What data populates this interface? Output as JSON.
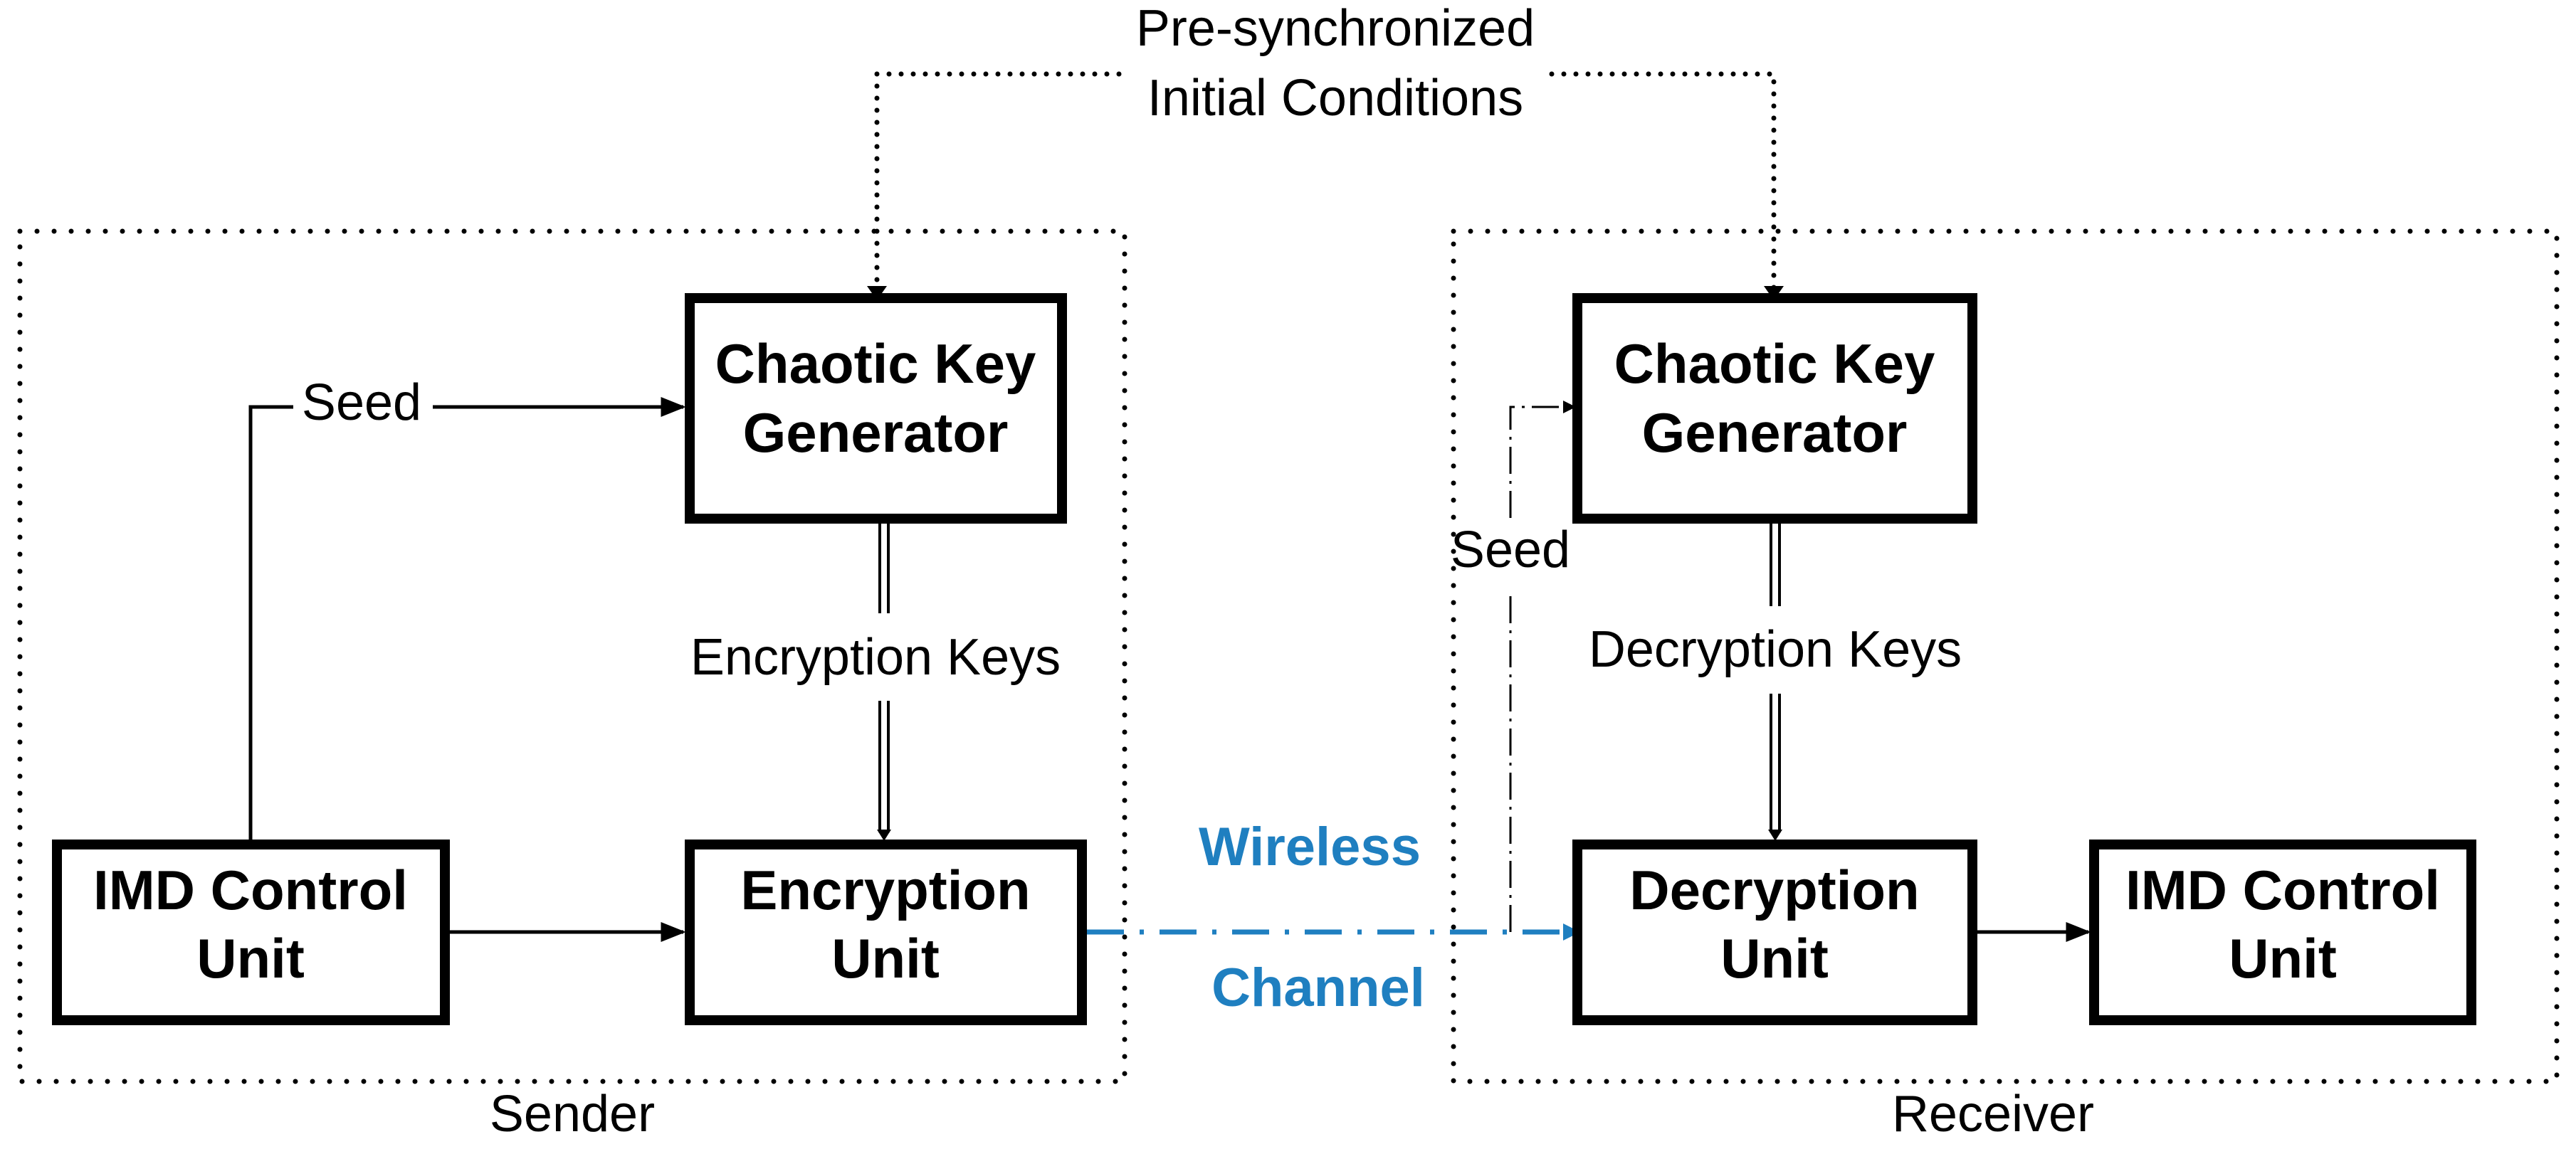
{
  "colors": {
    "line": "#000000",
    "channel": "#1f7fc0"
  },
  "top_label": {
    "line1": "Pre-synchronized",
    "line2": "Initial Conditions"
  },
  "sender": {
    "group_label": "Sender",
    "key_generator": {
      "line1": "Chaotic Key",
      "line2": "Generator"
    },
    "control_unit": {
      "line1": "IMD Control",
      "line2": "Unit"
    },
    "encryption_unit": {
      "line1": "Encryption",
      "line2": "Unit"
    },
    "seed_label": "Seed",
    "keys_label": "Encryption Keys"
  },
  "receiver": {
    "group_label": "Receiver",
    "key_generator": {
      "line1": "Chaotic Key",
      "line2": "Generator"
    },
    "decryption_unit": {
      "line1": "Decryption",
      "line2": "Unit"
    },
    "control_unit": {
      "line1": "IMD Control",
      "line2": "Unit"
    },
    "seed_label": "Seed",
    "keys_label": "Decryption Keys"
  },
  "channel": {
    "line1": "Wireless",
    "line2": "Channel"
  }
}
